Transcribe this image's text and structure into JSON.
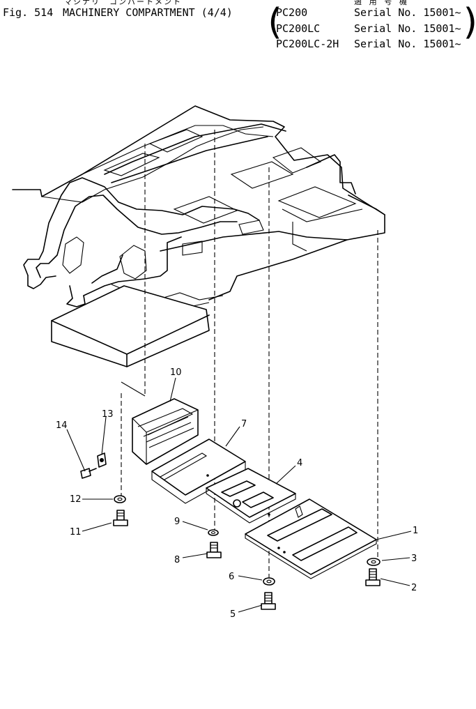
{
  "header": {
    "title_jp": "マシナリ　コンパートメント",
    "fig_label": "Fig. 514",
    "title": "MACHINERY COMPARTMENT (4/4)",
    "applicable_jp": "適 用 号 機",
    "models": [
      {
        "model": "PC200",
        "serial": "Serial No. 15001~"
      },
      {
        "model": "PC200LC",
        "serial": "Serial No. 15001~"
      },
      {
        "model": "PC200LC-2H",
        "serial": "Serial No. 15001~"
      }
    ]
  },
  "callouts": [
    "1",
    "2",
    "3",
    "4",
    "5",
    "6",
    "7",
    "8",
    "9",
    "10",
    "11",
    "12",
    "13",
    "14"
  ]
}
